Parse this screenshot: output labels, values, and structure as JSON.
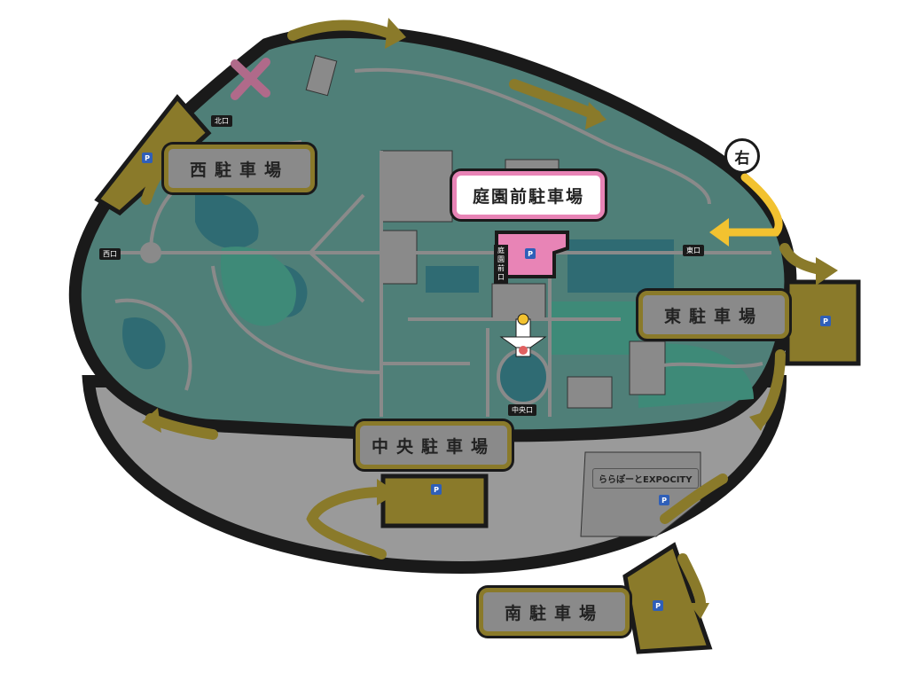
{
  "parking_lots": {
    "west": "西駐車場",
    "garden_front": "庭園前駐車場",
    "east": "東駐車場",
    "central": "中央駐車場",
    "south": "南駐車場"
  },
  "gates": {
    "north": "北口",
    "west": "西口",
    "east": "東口",
    "central": "中央口",
    "garden_front": "庭園前口"
  },
  "mall": "ららぽーとEXPOCITY",
  "parking_symbol": "P",
  "right_turn_marker": "右",
  "colors": {
    "park_fill": "#4f7f78",
    "outer_road": "#1a1a1a",
    "lot_fill": "#8a7a2a",
    "label_border_pink": "#e884b6",
    "route_arrow": "#8a7a2a",
    "highlight_arrow": "#f2c230",
    "pink_lot": "#e884b6",
    "outside_area": "#9a9a9a",
    "closed_mark": "#b06a8a"
  },
  "icons": [
    "parking-icon",
    "route-arrow-icon",
    "closed-x-icon",
    "tower-of-sun-icon",
    "right-turn-marker-icon"
  ]
}
